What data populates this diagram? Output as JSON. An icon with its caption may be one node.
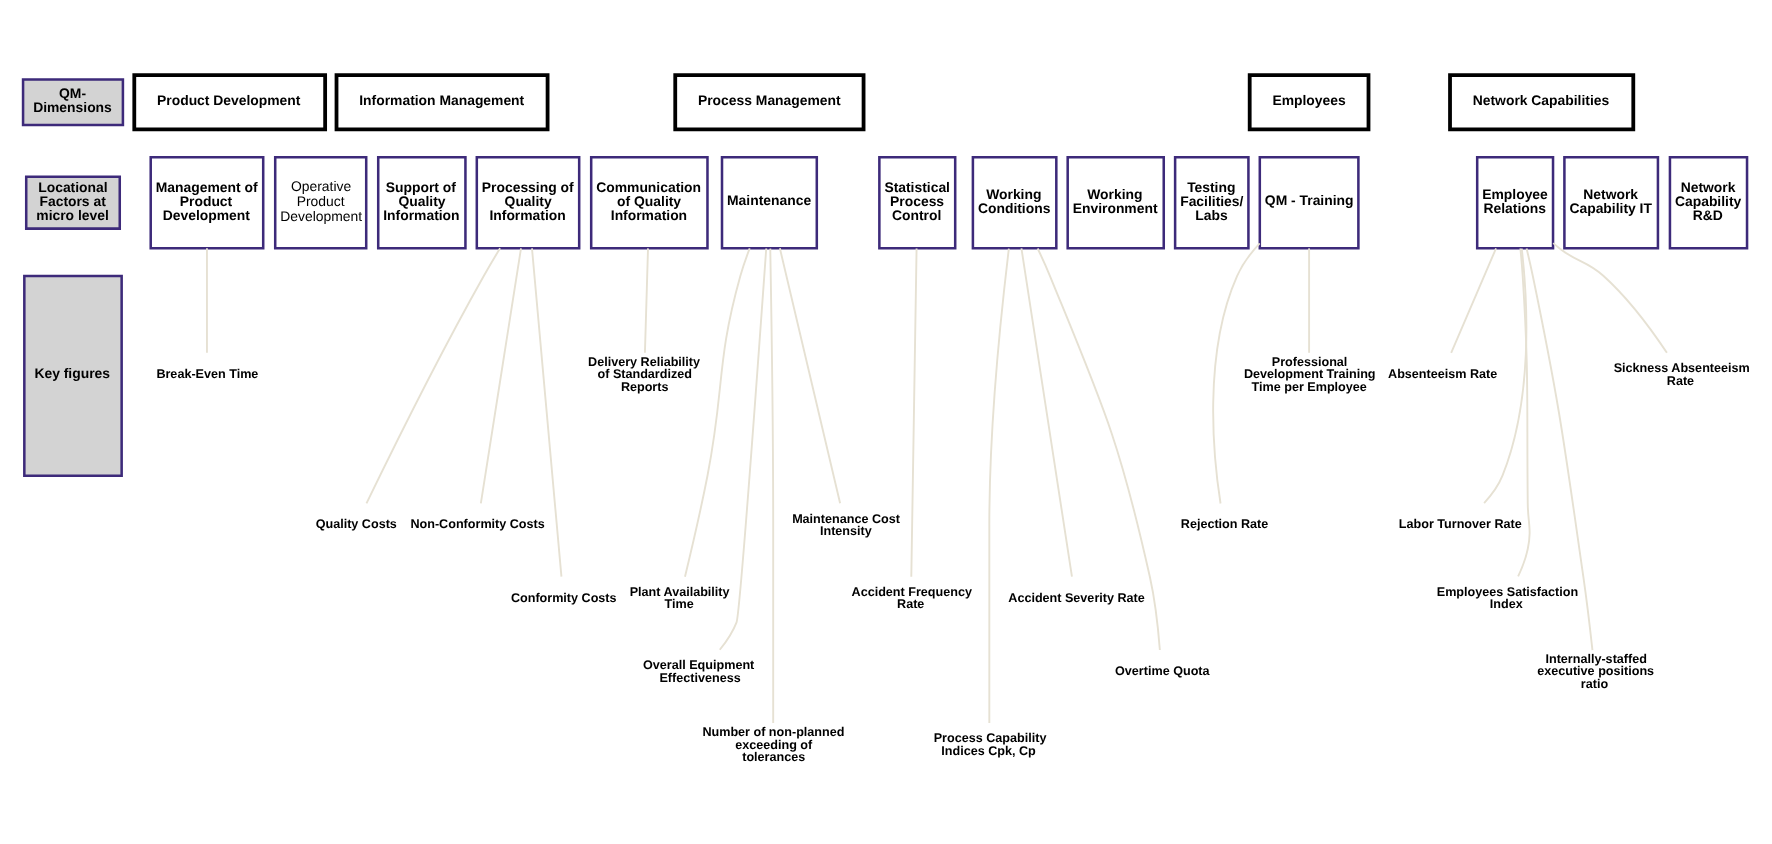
{
  "diagram": {
    "nodes": [
      {
        "text": [
          "QM- Dimensions"
        ]
      },
      {
        "text": [
          "Product Development"
        ]
      },
      {
        "text": [
          "Information Management"
        ]
      },
      {
        "text": [
          "Process Management"
        ]
      },
      {
        "text": [
          "Employees"
        ]
      },
      {
        "text": [
          "Network Capabilities"
        ]
      },
      {
        "text": [
          "Locational Factors at micro level"
        ]
      },
      {
        "text": [
          "Management of Product Development"
        ]
      },
      {
        "text": [
          "Operative Product Development"
        ]
      },
      {
        "text": [
          "Support of Quality Information"
        ]
      },
      {
        "text": [
          "Processing of Quality Information"
        ]
      },
      {
        "text": [
          "Communication of Quality Information"
        ]
      },
      {
        "text": [
          "Maintenance"
        ]
      },
      {
        "text": [
          "Statistical Process Control"
        ]
      },
      {
        "text": [
          "Working Conditions"
        ]
      },
      {
        "text": [
          "Working Environment"
        ]
      },
      {
        "text": [
          "Testing Facilities/ Labs"
        ]
      },
      {
        "text": [
          "QM - Training"
        ]
      },
      {
        "text": [
          "Employee Relations"
        ]
      },
      {
        "text": [
          "Network Capability IT"
        ]
      },
      {
        "text": [
          "Network Capability R&D"
        ]
      },
      {
        "text": [
          "Key figures"
        ]
      },
      {
        "text": [
          "Break-Even Time"
        ]
      },
      {
        "text": [
          "Delivery Reliability of Standardized Reports"
        ]
      },
      {
        "text": [
          "Quality Costs"
        ]
      },
      {
        "text": [
          "Non-Conformity Costs"
        ]
      },
      {
        "text": [
          "Conformity Costs"
        ]
      },
      {
        "text": [
          "Maintenance Cost Intensity"
        ]
      },
      {
        "text": [
          "Plant Availability Time"
        ]
      },
      {
        "text": [
          "Overall Equipment Effectiveness"
        ]
      },
      {
        "text": [
          "Number of non-planned exceeding of tolerances"
        ]
      },
      {
        "text": [
          "Professional Development Training Time per Employee"
        ]
      },
      {
        "text": [
          "Sickness Absenteeism Rate"
        ]
      },
      {
        "text": [
          "Absenteeism Rate"
        ]
      },
      {
        "text": [
          "Rejection Rate"
        ]
      },
      {
        "text": [
          "Labor Turnover Rate"
        ]
      },
      {
        "text": [
          "Accident Frequency Rate"
        ]
      },
      {
        "text": [
          "Accident Severity Rate"
        ]
      },
      {
        "text": [
          "Employees Satisfaction Index"
        ]
      },
      {
        "text": [
          "Overtime Quota"
        ]
      },
      {
        "text": [
          "Process Capability Indices Cpk, Cp"
        ]
      },
      {
        "text": [
          "Internally-staffed executive positions ratio"
        ]
      }
    ],
    "edges": [
      {
        "from": 7,
        "to": 22,
        "arrow": "none"
      },
      {
        "from": 11,
        "to": 23,
        "arrow": "none"
      },
      {
        "from": 10,
        "to": 24,
        "arrow": "none"
      },
      {
        "from": 10,
        "to": 26,
        "arrow": "none"
      },
      {
        "from": 10,
        "to": 25,
        "arrow": "none"
      },
      {
        "from": 12,
        "to": 27,
        "arrow": "none"
      },
      {
        "from": 12,
        "to": 28,
        "arrow": "none"
      },
      {
        "from": 12,
        "to": 29,
        "arrow": "none"
      },
      {
        "from": 12,
        "to": 30,
        "arrow": "none"
      },
      {
        "from": 13,
        "to": 36,
        "arrow": "none"
      },
      {
        "from": 14,
        "to": 39,
        "arrow": "none"
      },
      {
        "from": 14,
        "to": 40,
        "arrow": "none"
      },
      {
        "from": 14,
        "to": 37,
        "arrow": "none"
      },
      {
        "from": 17,
        "to": 31,
        "arrow": "none"
      },
      {
        "from": 17,
        "to": 34,
        "arrow": "none"
      },
      {
        "from": 18,
        "to": 32,
        "arrow": "none"
      },
      {
        "from": 18,
        "to": 41,
        "arrow": "none"
      },
      {
        "from": 18,
        "to": 38,
        "arrow": "none"
      },
      {
        "from": 18,
        "to": 35,
        "arrow": "none"
      },
      {
        "from": 18,
        "to": 33,
        "arrow": "none"
      }
    ]
  }
}
